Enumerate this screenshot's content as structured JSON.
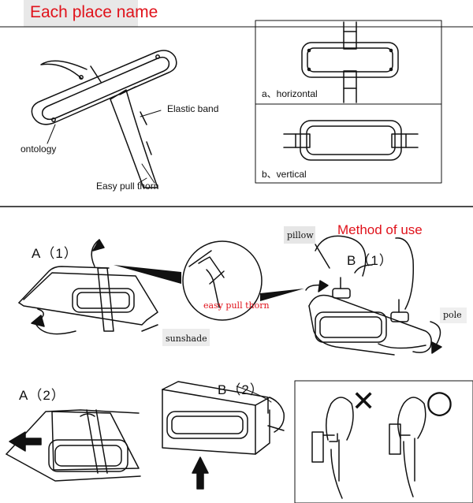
{
  "header": {
    "title": "Each place name"
  },
  "parts": {
    "elastic_band": "Elastic band",
    "ontology": "ontology",
    "easy_pull_thorn": "Easy pull thorn"
  },
  "orientations": {
    "a_label": "a、horizontal",
    "b_label": "b、vertical"
  },
  "usage": {
    "title": "Method of use",
    "step_a1": "A（1）",
    "step_b1": "B（1）",
    "step_a2": "A（2）",
    "step_b2": "B（2）",
    "pillow": "pillow",
    "easy_pull_thorn": "easy pull thorn",
    "sunshade": "sunshade",
    "pole": "pole"
  },
  "compare": {
    "wrong_mark": "✕",
    "right_mark": "○"
  }
}
